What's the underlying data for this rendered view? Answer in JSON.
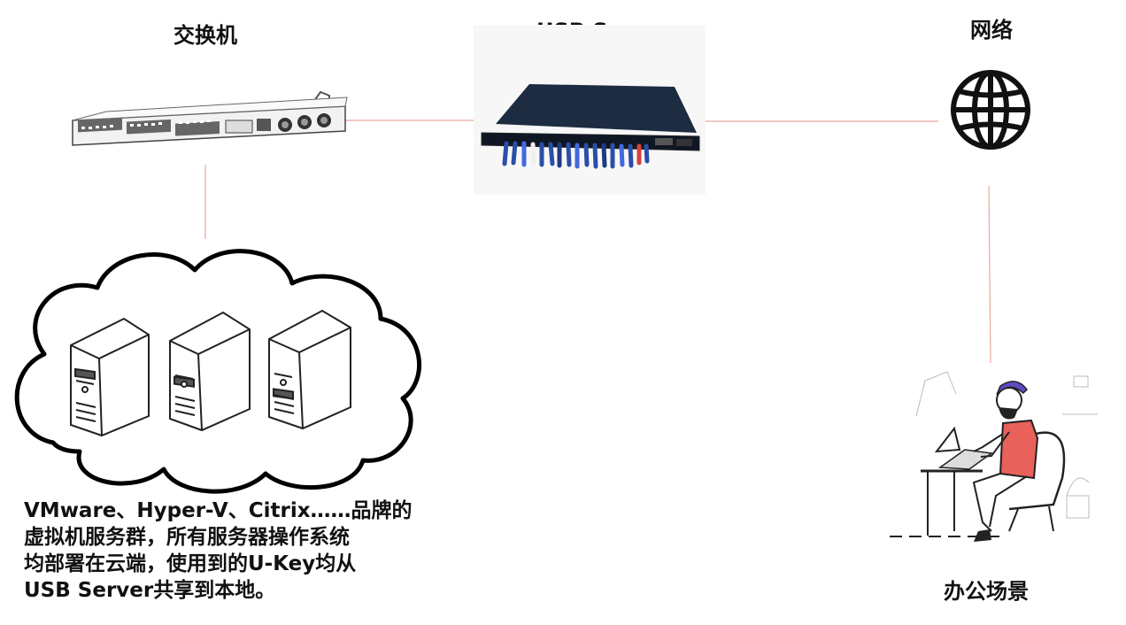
{
  "nodes": {
    "switch": {
      "label": "交换机"
    },
    "usb_server": {
      "label": "USB Server"
    },
    "network": {
      "label": "网络"
    },
    "office": {
      "label": "办公场景"
    }
  },
  "cloud": {
    "icon": "server-icon",
    "description_lines": [
      "VMware、Hyper-V、Citrix……品牌的",
      "虚拟机服务群，所有服务器操作系统",
      "均部署在云端，使用到的U-Key均从",
      "USB Server共享到本地。"
    ]
  },
  "colors": {
    "connector": "#e8a79e",
    "server_body": "#1b2a3f",
    "cable_blue": "#2b4fa8",
    "person_shirt": "#e8615a",
    "person_cap": "#5b4bc4"
  }
}
